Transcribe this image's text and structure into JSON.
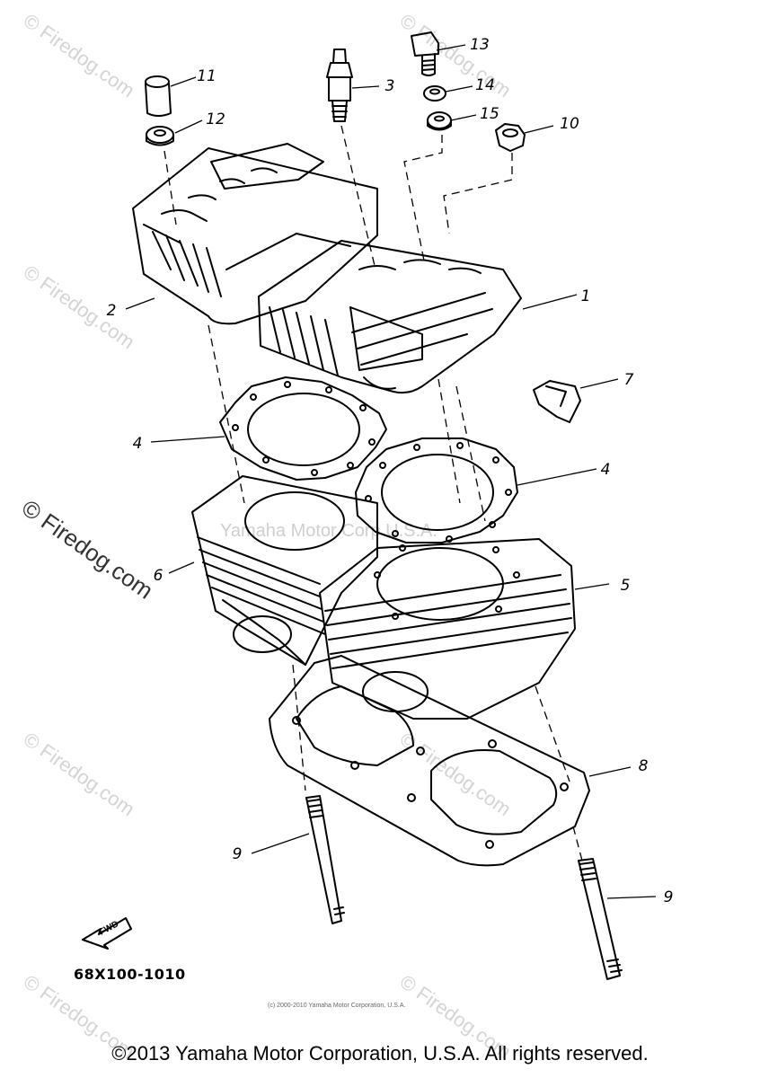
{
  "watermark": {
    "text": "© Firedog.com",
    "text_big": "© Firedog.com",
    "center_text": "Yamaha Motor Corp U.S.A."
  },
  "callouts": [
    {
      "id": "1",
      "label": "1"
    },
    {
      "id": "2",
      "label": "2"
    },
    {
      "id": "3",
      "label": "3"
    },
    {
      "id": "4a",
      "label": "4"
    },
    {
      "id": "4b",
      "label": "4"
    },
    {
      "id": "5",
      "label": "5"
    },
    {
      "id": "6",
      "label": "6"
    },
    {
      "id": "7",
      "label": "7"
    },
    {
      "id": "8",
      "label": "8"
    },
    {
      "id": "9a",
      "label": "9"
    },
    {
      "id": "9b",
      "label": "9"
    },
    {
      "id": "10",
      "label": "10"
    },
    {
      "id": "11",
      "label": "11"
    },
    {
      "id": "12",
      "label": "12"
    },
    {
      "id": "13",
      "label": "13"
    },
    {
      "id": "14",
      "label": "14"
    },
    {
      "id": "15",
      "label": "15"
    }
  ],
  "fwd": "FWD",
  "part_code": "68X100-1010",
  "small_copyright": "(c) 2000-2010 Yamaha Motor Corporation, U.S.A.",
  "copyright": "©2013 Yamaha Motor Corporation, U.S.A. All rights reserved."
}
